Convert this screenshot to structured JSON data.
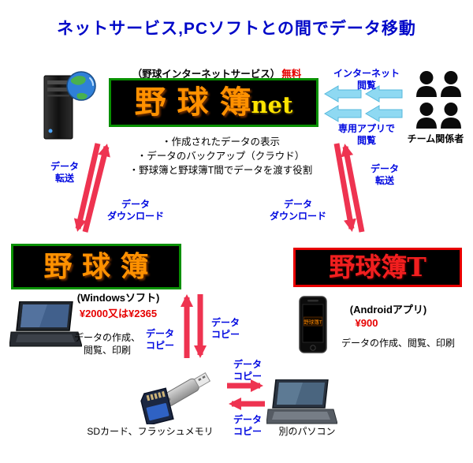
{
  "title": "ネットサービス,PCソフトとの間でデータ移動",
  "net": {
    "caption": "（野球インターネットサービス）",
    "caption_free": "無料",
    "name": "野 球 簿",
    "suffix": "net",
    "bullets": [
      "・作成されたデータの表示",
      "・データのバックアップ（クラウド）",
      "・野球簿と野球簿T間でデータを渡す役割"
    ]
  },
  "viewers": {
    "internet_label": "インターネット\n閲覧",
    "app_label": "専用アプリで\n閲覧",
    "team_label": "チーム関係者"
  },
  "left_flow": {
    "transfer": "データ\n転送",
    "download": "データ\nダウンロード"
  },
  "right_flow": {
    "transfer": "データ\n転送",
    "download": "データ\nダウンロード"
  },
  "windows": {
    "name": "野 球 簿",
    "platform": "(Windowsソフト)",
    "price": "¥2000又は¥2365",
    "desc": "データの作成、\n閲覧、印刷"
  },
  "android": {
    "name": "野球簿T",
    "platform": "(Androidアプリ)",
    "price": "¥900",
    "desc": "データの作成、閲覧、印刷"
  },
  "copy_flow": {
    "left": "データ\nコピー",
    "right": "データ\nコピー",
    "top": "データ\nコピー",
    "bottom": "データ\nコピー"
  },
  "storage": {
    "label": "SDカード、フラッシュメモリ"
  },
  "other_pc": {
    "label": "別のパソコン"
  },
  "icons": [
    "server-pc-with-globe-icon",
    "team-members-icon",
    "laptop-icon",
    "smartphone-icon",
    "usb-flash-drive-icon",
    "sd-card-icon",
    "other-laptop-icon"
  ],
  "colors": {
    "title_blue": "#0008c8",
    "label_blue": "#0008e0",
    "price_red": "#e60000",
    "banner_orange": "#ff9100",
    "banner_yellow": "#ffe400",
    "banner_red_text": "#f21f1f",
    "border_green": "#089000",
    "border_red": "#e80000",
    "arrow_red": "#ee3350",
    "arrow_cyan": "#8fd9f2"
  }
}
